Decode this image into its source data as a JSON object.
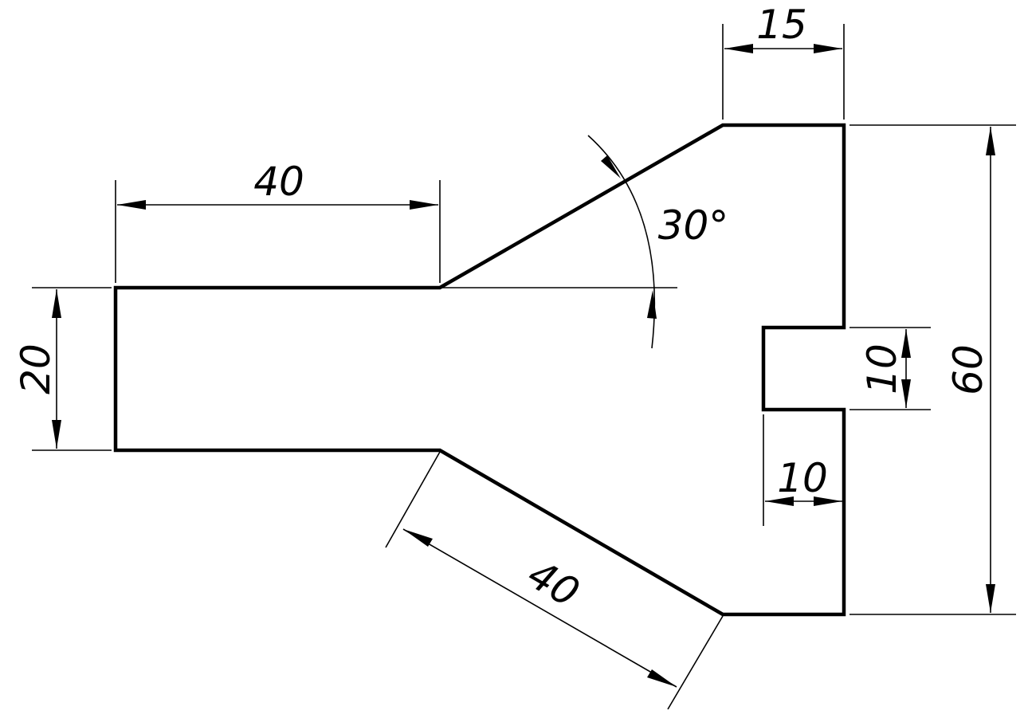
{
  "colors": {
    "outline": "#000000",
    "dimension": "#000000",
    "background": "#ffffff"
  },
  "dimensions": {
    "left_length": "40",
    "left_height": "20",
    "taper_angle": "30°",
    "top_width": "15",
    "overall_height": "60",
    "slot_height": "10",
    "slot_depth": "10",
    "lower_taper_length": "40"
  }
}
